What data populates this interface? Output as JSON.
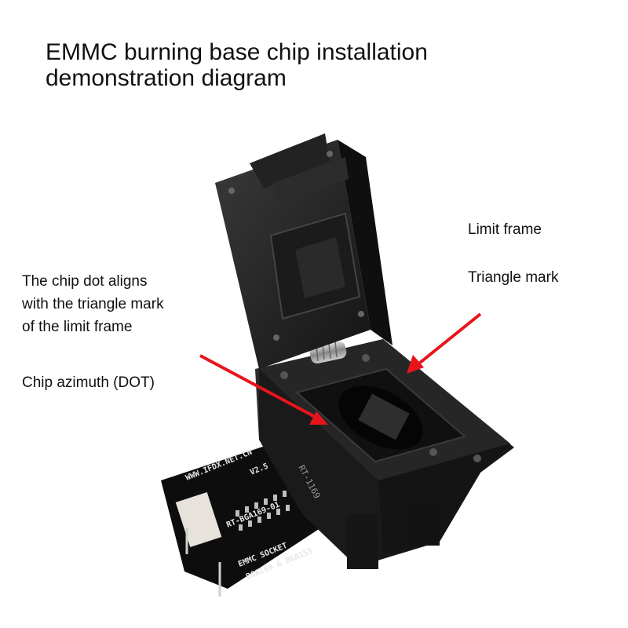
{
  "title": {
    "line1": "EMMC burning base chip installation",
    "line2": "demonstration diagram"
  },
  "labels": {
    "limit_frame": "Limit frame",
    "triangle_mark": "Triangle mark",
    "dot_aligns": [
      "The chip dot aligns",
      "with the triangle mark",
      "of the limit frame"
    ],
    "chip_azimuth": "Chip azimuth (DOT)"
  },
  "board_text": {
    "website": "WWW.IFDX.NET.CN",
    "version": "V2.5",
    "model": "RT-BGA169-01",
    "socket": "EMMC SOCKET",
    "bga": "BGA169 & BGA153",
    "side_mark": "RT-1169"
  },
  "colors": {
    "arrow": "#e8141c",
    "socket": "#1e1e1e",
    "board": "#0d0d0d"
  }
}
